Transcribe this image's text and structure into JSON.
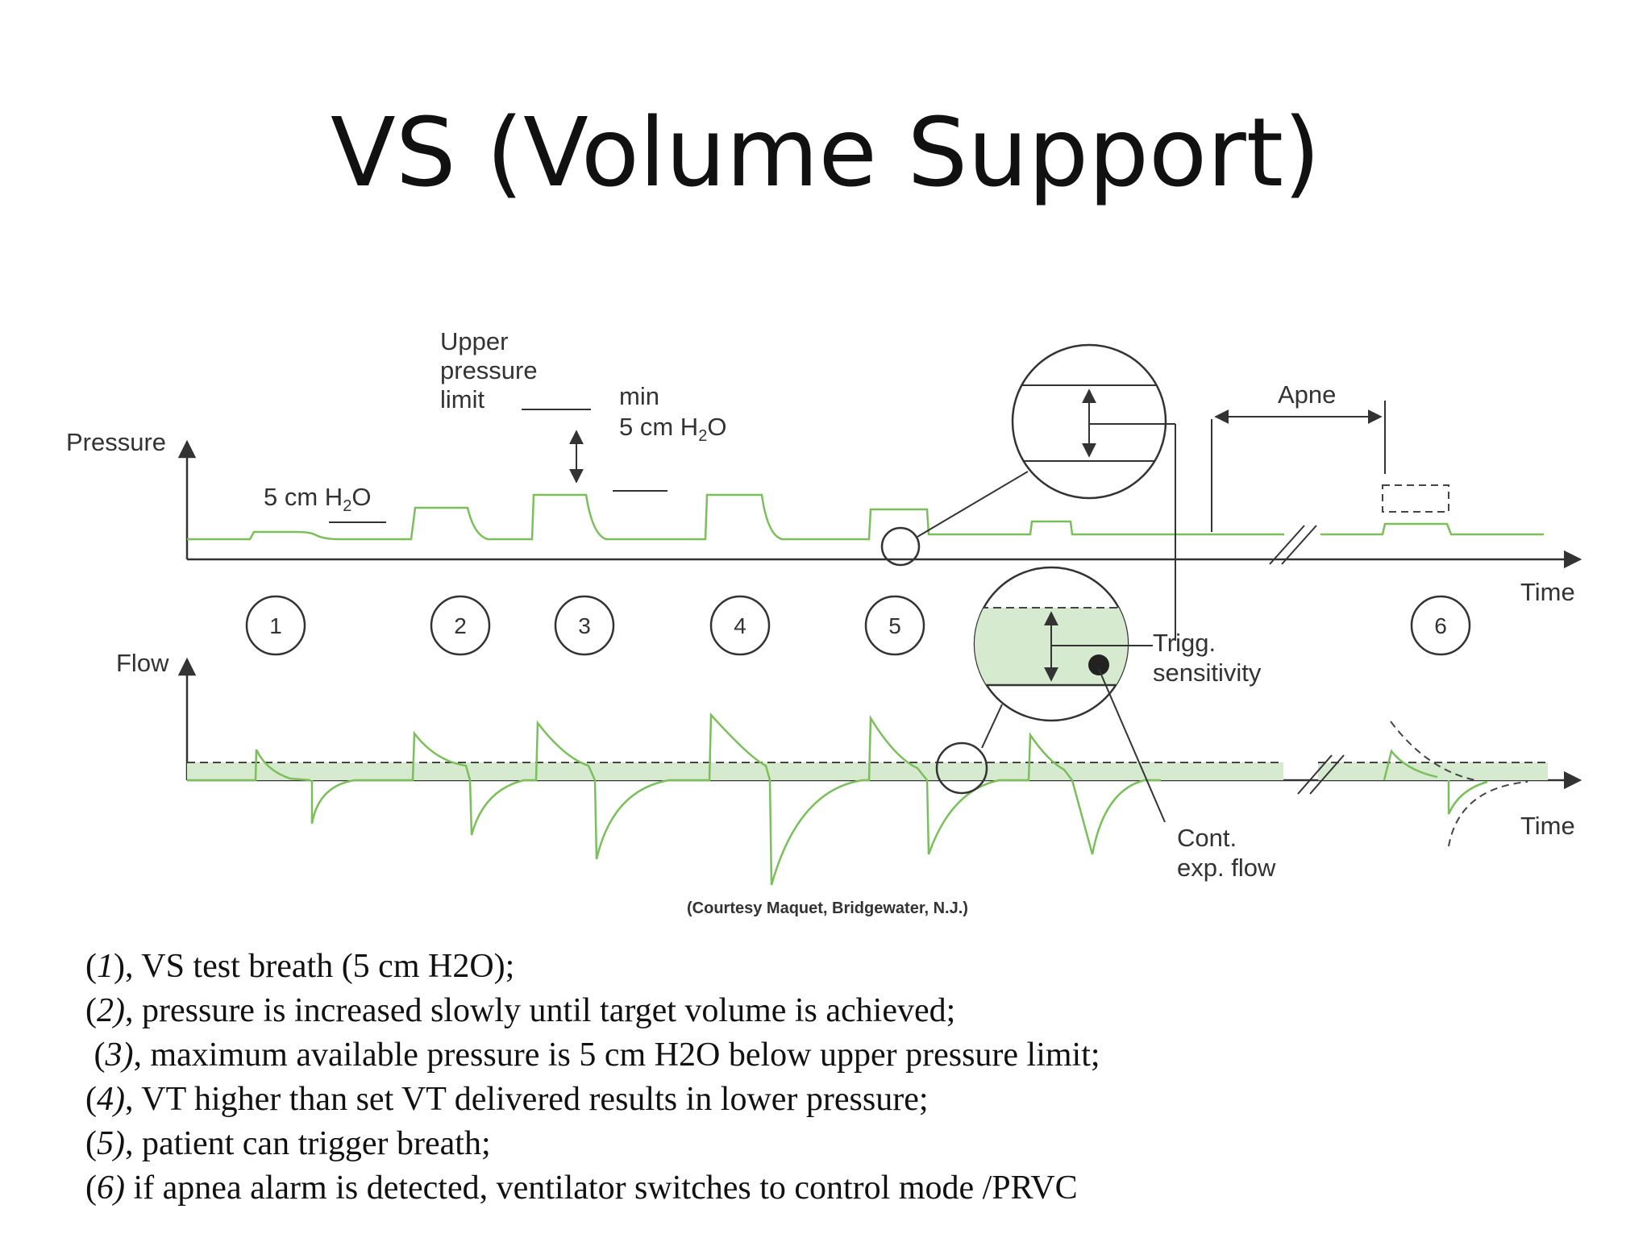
{
  "title": "VS (Volume Support)",
  "diagram": {
    "pressure_axis": "Pressure",
    "flow_axis": "Flow",
    "time_label_top": "Time",
    "time_label_bottom": "Time",
    "upper_pressure_limit": [
      "Upper",
      "pressure",
      "limit"
    ],
    "five_cm_a": "5 cm H",
    "five_cm_b": "O",
    "five_cm_sub": "2",
    "min_label": "min",
    "min_5cm_a": "5 cm H",
    "min_5cm_sub": "2",
    "min_5cm_b": "O",
    "apne": "Apne",
    "trigg_sensitivity": [
      "Trigg.",
      "sensitivity"
    ],
    "cont_exp_flow": [
      "Cont.",
      "exp. flow"
    ],
    "courtesy": "(Courtesy Maquet, Bridgewater, N.J.)",
    "breath_numbers": [
      "1",
      "2",
      "3",
      "4",
      "5",
      "6"
    ],
    "colors": {
      "waveform": "#7bbf5b",
      "fill": "#d6ead0",
      "axis": "#333333"
    }
  },
  "notes": [
    {
      "num": "1",
      "text": ", VS test breath (5 cm H2O);",
      "lead": ""
    },
    {
      "num": "2",
      "text": ", pressure is increased slowly until target volume is achieved;",
      "lead": ""
    },
    {
      "num": "3",
      "text": ", maximum available pressure is 5 cm H2O below upper pressure limit;",
      "lead": " "
    },
    {
      "num": "4",
      "text": ", VT higher than set VT delivered results in lower pressure;",
      "lead": ""
    },
    {
      "num": "5",
      "text": ", patient can trigger breath;",
      "lead": ""
    },
    {
      "num": "6",
      "text": " if apnea alarm is detected, ventilator switches to control mode /PRVC",
      "lead": "",
      "closeParenItalic": true
    }
  ]
}
